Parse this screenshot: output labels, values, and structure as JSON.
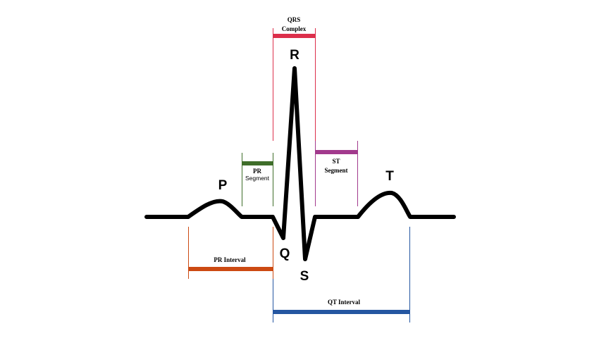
{
  "diagram": {
    "labels": {
      "p": "P",
      "q": "Q",
      "r": "R",
      "s": "S",
      "t": "T",
      "qrs_complex_line1": "QRS",
      "qrs_complex_line2": "Complex",
      "pr_segment_line1": "PR",
      "pr_segment_line2": "Segment",
      "st_segment_line1": "ST",
      "st_segment_line2": "Segment",
      "pr_interval": "PR Interval",
      "qt_interval": "QT Interval"
    },
    "colors": {
      "trace": "#000000",
      "qrs_complex": "#dc2f4b",
      "pr_segment": "#3f6e2a",
      "st_segment": "#a23a8d",
      "pr_interval": "#cc4a12",
      "qt_interval": "#2556a1"
    }
  }
}
